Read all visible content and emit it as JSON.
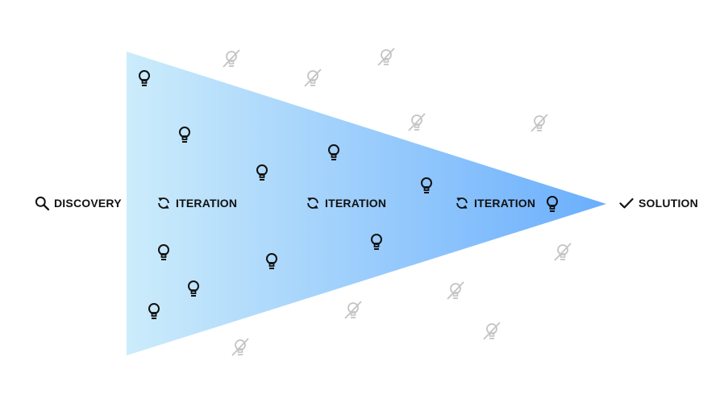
{
  "stages": {
    "start": {
      "label": "DISCOVERY",
      "icon": "search-icon"
    },
    "iterations": [
      {
        "label": "ITERATION",
        "icon": "refresh-icon"
      },
      {
        "label": "ITERATION",
        "icon": "refresh-icon"
      },
      {
        "label": "ITERATION",
        "icon": "refresh-icon"
      }
    ],
    "end": {
      "label": "SOLUTION",
      "icon": "checkmark-icon"
    }
  },
  "funnel": {
    "gradient_start": "#ccecfb",
    "gradient_end": "#6aaefc"
  },
  "icons": {
    "active_idea": "lightbulb-icon",
    "active_color": "#111111",
    "discarded_idea": "lightbulb-off-icon",
    "discarded_color": "#c4c4c4"
  }
}
